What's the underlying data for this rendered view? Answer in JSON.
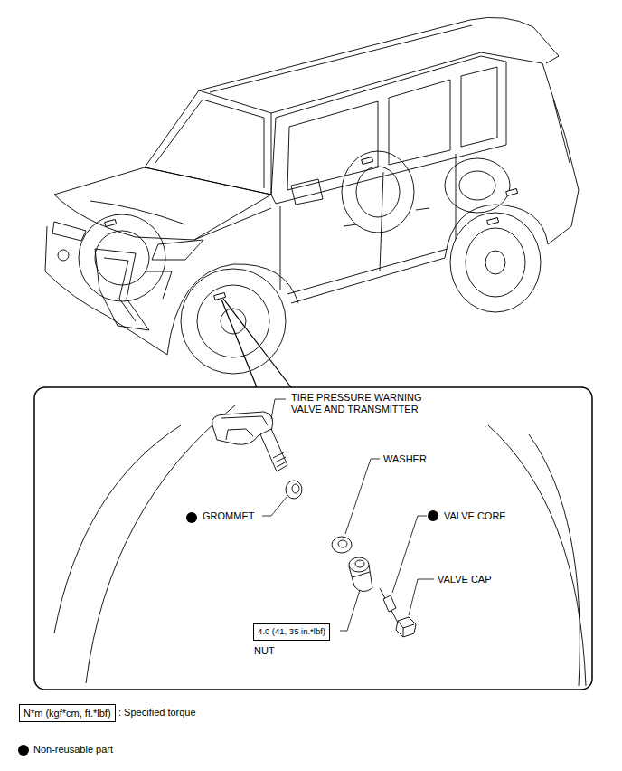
{
  "diagram": {
    "nodes": [
      {
        "text": [
          "4.0 (41, 35 in.*lbf)"
        ]
      },
      {
        "text": [
          "N*m (kgf*cm, ft.*lbf)"
        ]
      }
    ],
    "labels": [
      "TIRE PRESSURE WARNING VALVE AND TRANSMITTER",
      "GROMMET",
      "WASHER",
      "VALVE CORE",
      "VALVE CAP",
      "NUT"
    ],
    "legend": [
      {
        "text": ": Specified torque"
      },
      {
        "text": "Non-reusable part"
      }
    ]
  }
}
